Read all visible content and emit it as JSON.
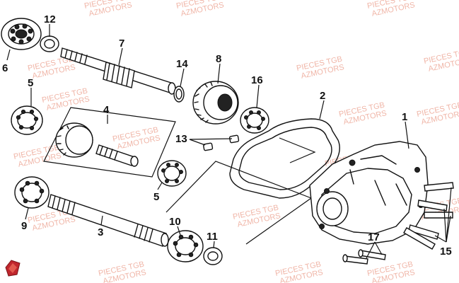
{
  "watermark": {
    "line1": "PIECES TGB",
    "line2": "AZMOTORS",
    "color": "#f0b6a8"
  },
  "logo": {
    "name": "azmotors-logo-icon",
    "color": "#c0262d"
  },
  "callouts": {
    "c1": "1",
    "c2": "2",
    "c3": "3",
    "c4": "4",
    "c5a": "5",
    "c5b": "5",
    "c6": "6",
    "c7": "7",
    "c8": "8",
    "c9": "9",
    "c10": "10",
    "c11": "11",
    "c12": "12",
    "c13": "13",
    "c14": "14",
    "c15": "15",
    "c16": "16",
    "c17": "17"
  }
}
